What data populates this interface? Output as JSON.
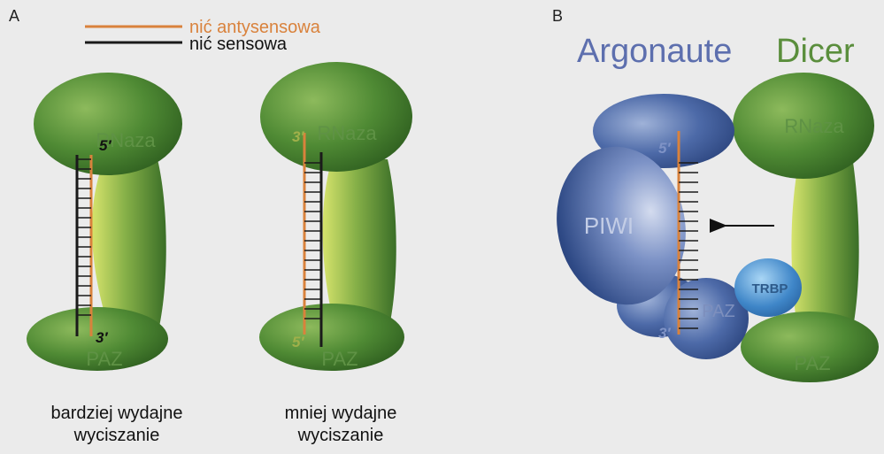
{
  "panel_a": {
    "letter": "A",
    "legend": {
      "antisense": "nić antysensowa",
      "sense": "nić sensowa"
    },
    "left_dicer": {
      "rnaza": "RNaza",
      "paz": "PAZ",
      "end_top": "5′",
      "end_bottom": "3′",
      "caption_line1": "bardziej wydajne",
      "caption_line2": "wyciszanie"
    },
    "right_dicer": {
      "rnaza": "RNaza",
      "paz": "PAZ",
      "end_top": "3′",
      "end_bottom": "5′",
      "caption_line1": "mniej wydajne",
      "caption_line2": "wyciszanie"
    }
  },
  "panel_b": {
    "letter": "B",
    "argonaute_title": "Argonaute",
    "dicer_title": "Dicer",
    "piwi": "PIWI",
    "ago_paz": "PAZ",
    "ago_end_top": "5′",
    "ago_end_bottom": "3′",
    "trbp": "TRBP",
    "dicer_rnaza": "RNaza",
    "dicer_paz": "PAZ"
  },
  "colors": {
    "antisense_strand": "#d9823c",
    "sense_strand": "#1a1a1a",
    "dicer_green": "#3f7d2c",
    "argonaute_blue": "#3c5a96",
    "trbp_blue": "#3f86c8",
    "title_argonaute": "#5d6fae",
    "title_dicer": "#5a8e3c"
  }
}
